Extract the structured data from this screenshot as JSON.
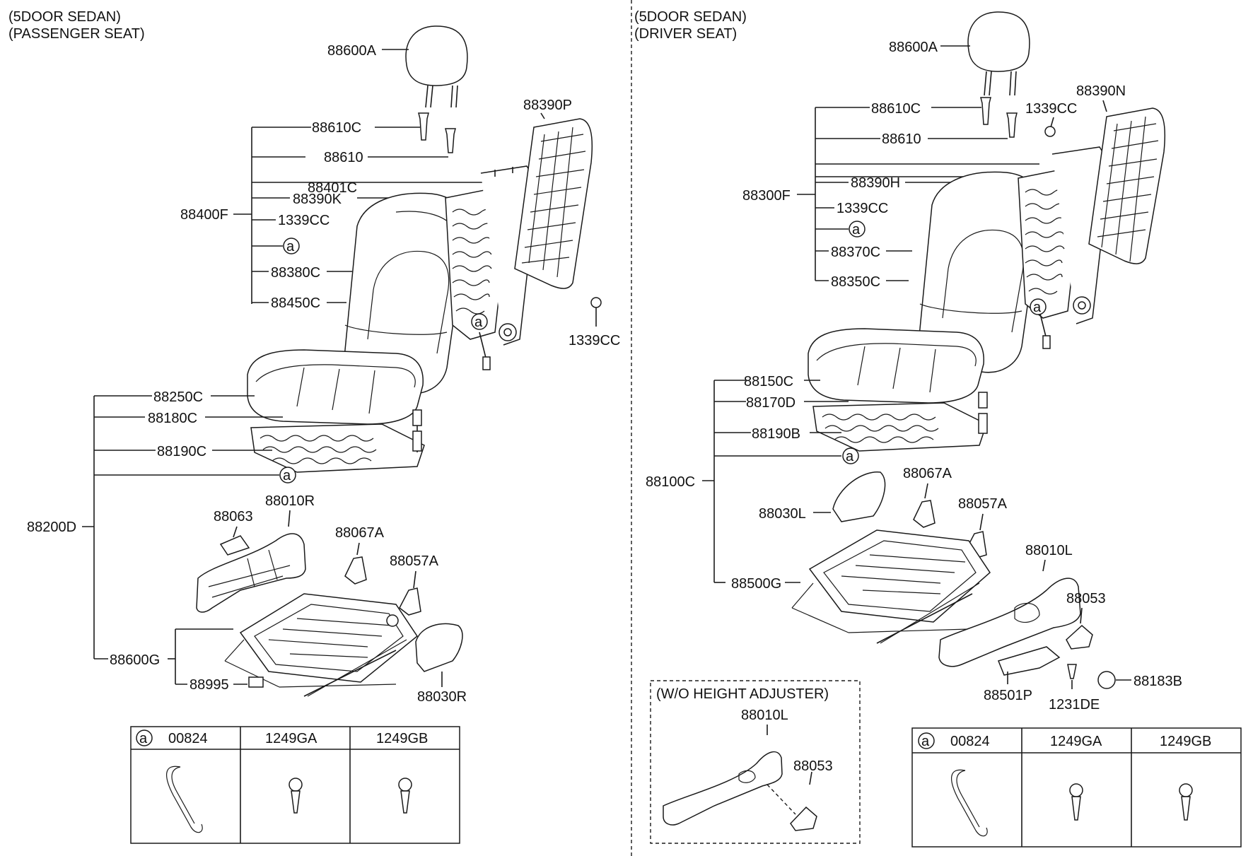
{
  "left": {
    "title_line1": "(5DOOR SEDAN)",
    "title_line2": "(PASSENGER SEAT)",
    "labels": {
      "headrest": "88600A",
      "guide1": "88610C",
      "guide2": "88610",
      "back_group": "88400F",
      "back_frame": "88401C",
      "back_wire": "88390K",
      "bolt1": "1339CC",
      "back_cover": "88380C",
      "back_pad": "88450C",
      "back_board": "88390P",
      "bolt2": "1339CC",
      "cushion_cover": "88250C",
      "cushion_pad": "88180C",
      "cushion_wire": "88190C",
      "cushion_group": "88200D",
      "knob": "88063",
      "shield": "88010R",
      "cover_a": "88067A",
      "cover_b": "88057A",
      "track_group": "88600G",
      "switch": "88995",
      "inner_shield": "88030R"
    },
    "table": {
      "headers": [
        "00824",
        "1249GA",
        "1249GB"
      ]
    }
  },
  "right": {
    "title_line1": "(5DOOR SEDAN)",
    "title_line2": "(DRIVER SEAT)",
    "labels": {
      "headrest": "88600A",
      "guide1": "88610C",
      "guide2": "88610",
      "back_group": "88300F",
      "back_wire": "88390H",
      "bolt1": "1339CC",
      "back_cover": "88370C",
      "back_pad": "88350C",
      "bolt_top": "1339CC",
      "back_board": "88390N",
      "cushion_cover": "88150C",
      "cushion_pad": "88170D",
      "cushion_wire": "88190B",
      "cushion_group": "88100C",
      "inner_shield": "88030L",
      "cover_a": "88067A",
      "cover_b": "88057A",
      "track": "88500G",
      "shield": "88010L",
      "knob": "88053",
      "handle": "88501P",
      "screw": "1231DE",
      "cap": "88183B"
    },
    "inset": {
      "title": "(W/O HEIGHT ADJUSTER)",
      "shield": "88010L",
      "knob": "88053"
    },
    "table": {
      "headers": [
        "00824",
        "1249GA",
        "1249GB"
      ]
    }
  },
  "callout_letter": "a"
}
